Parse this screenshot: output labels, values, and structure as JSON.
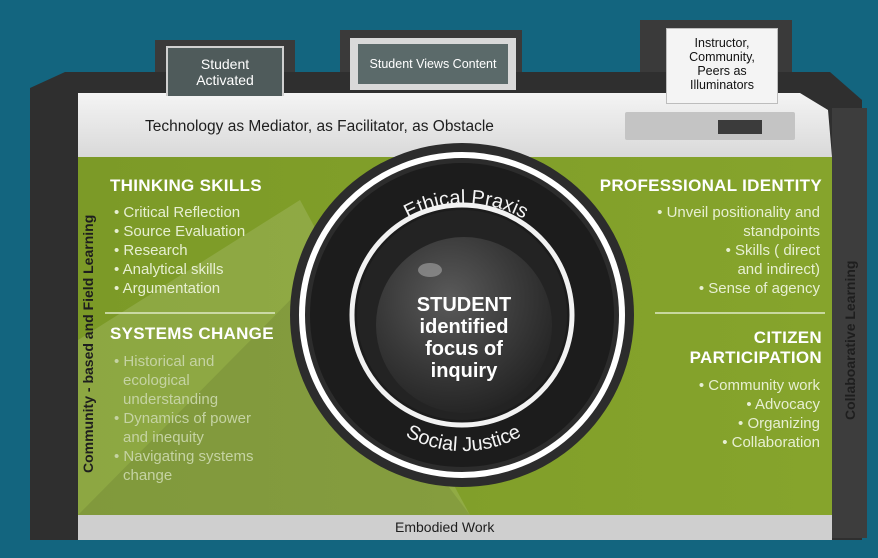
{
  "top_buttons": {
    "student_activated": [
      "Student",
      "Activated"
    ],
    "student_views_content": "Student Views Content",
    "illuminators": [
      "Instructor,",
      "Community,",
      "Peers as",
      "Illuminators"
    ]
  },
  "top_band_label": "Technology as Mediator, as Facilitator, as Obstacle",
  "left_side_label": "Community - based and Field Learning",
  "right_side_label": "Collaboarative Learning",
  "bottom_label": "Embodied Work",
  "thinking_skills": {
    "heading": "THINKING SKILLS",
    "items": [
      "• Critical Reflection",
      "• Source Evaluation",
      "• Research",
      "• Analytical skills",
      "• Argumentation"
    ]
  },
  "systems_change": {
    "heading": "SYSTEMS CHANGE",
    "items": [
      "• Historical and",
      "ecological",
      "understanding",
      "• Dynamics of power",
      "and inequity",
      "• Navigating systems",
      "change"
    ]
  },
  "professional_identity": {
    "heading": "PROFESSIONAL IDENTITY",
    "items": [
      "• Unveil positionality and",
      "standpoints",
      "• Skills ( direct",
      "and indirect)",
      "• Sense of agency"
    ]
  },
  "citizen_participation": {
    "heading": [
      "CITIZEN",
      "PARTICIPATION"
    ],
    "items": [
      "• Community work",
      "• Advocacy",
      "• Organizing",
      "• Collaboration"
    ]
  },
  "lens": {
    "top_arc": "Ethical Praxis",
    "bottom_arc": "Social Justice",
    "center": [
      "STUDENT",
      "identified",
      "focus of",
      "inquiry"
    ]
  },
  "colors": {
    "background": "#13657f",
    "camera_body": "#2e2e2e",
    "green_panel": "#7d9a2a",
    "light_band": "#e9e9e9",
    "lens_dark": "#1b1b1b"
  }
}
